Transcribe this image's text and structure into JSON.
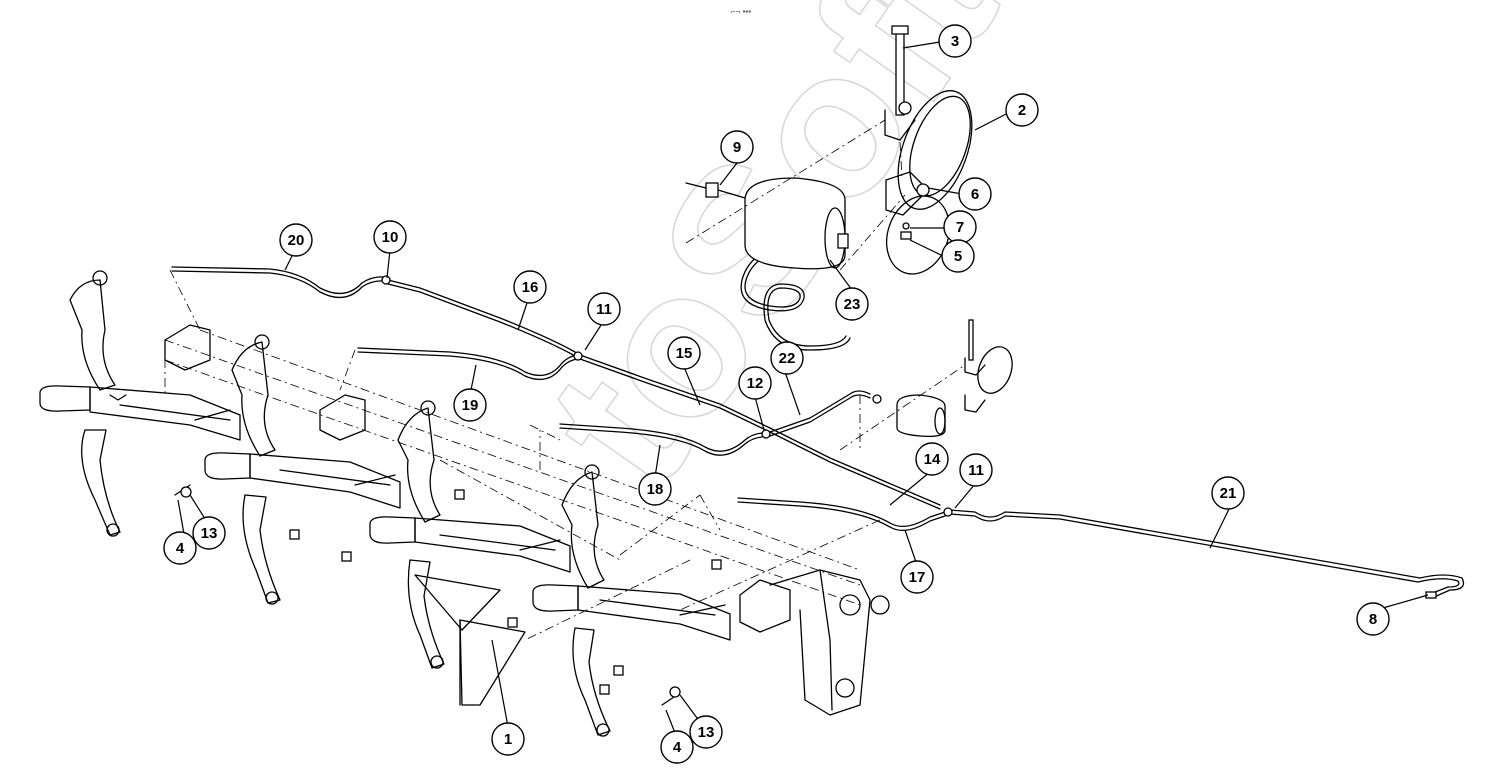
{
  "diagram": {
    "type": "exploded-parts-view",
    "header_mark": "⌐¬ ▪▪▪",
    "accent_color": "#000000",
    "watermark_color": "#d8d8d8",
    "watermark_text": "toSoft",
    "callouts": [
      {
        "id": "c1",
        "label": "1"
      },
      {
        "id": "c2",
        "label": "2"
      },
      {
        "id": "c3",
        "label": "3"
      },
      {
        "id": "c4a",
        "label": "4"
      },
      {
        "id": "c4b",
        "label": "4"
      },
      {
        "id": "c5",
        "label": "5"
      },
      {
        "id": "c6",
        "label": "6"
      },
      {
        "id": "c7",
        "label": "7"
      },
      {
        "id": "c8",
        "label": "8"
      },
      {
        "id": "c9",
        "label": "9"
      },
      {
        "id": "c10",
        "label": "10"
      },
      {
        "id": "c11a",
        "label": "11"
      },
      {
        "id": "c11b",
        "label": "11"
      },
      {
        "id": "c12",
        "label": "12"
      },
      {
        "id": "c13a",
        "label": "13"
      },
      {
        "id": "c13b",
        "label": "13"
      },
      {
        "id": "c14",
        "label": "14"
      },
      {
        "id": "c15",
        "label": "15"
      },
      {
        "id": "c16",
        "label": "16"
      },
      {
        "id": "c17",
        "label": "17"
      },
      {
        "id": "c18",
        "label": "18"
      },
      {
        "id": "c19",
        "label": "19"
      },
      {
        "id": "c20",
        "label": "20"
      },
      {
        "id": "c21",
        "label": "21"
      },
      {
        "id": "c22",
        "label": "22"
      },
      {
        "id": "c23",
        "label": "23"
      }
    ]
  }
}
